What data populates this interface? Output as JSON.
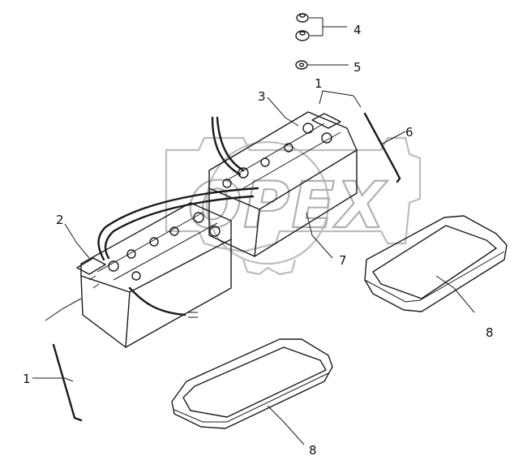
{
  "callouts": [
    {
      "id": "c1a",
      "label": "1"
    },
    {
      "id": "c1b",
      "label": "1"
    },
    {
      "id": "c2",
      "label": "2"
    },
    {
      "id": "c3",
      "label": "3"
    },
    {
      "id": "c4",
      "label": "4"
    },
    {
      "id": "c5",
      "label": "5"
    },
    {
      "id": "c6",
      "label": "6"
    },
    {
      "id": "c7",
      "label": "7"
    },
    {
      "id": "c8a",
      "label": "8"
    },
    {
      "id": "c8b",
      "label": "8"
    }
  ],
  "watermark": {
    "text": "OPEX",
    "color": "#b0b0b0"
  },
  "colors": {
    "line": "#1a1a1a",
    "background": "#ffffff"
  }
}
